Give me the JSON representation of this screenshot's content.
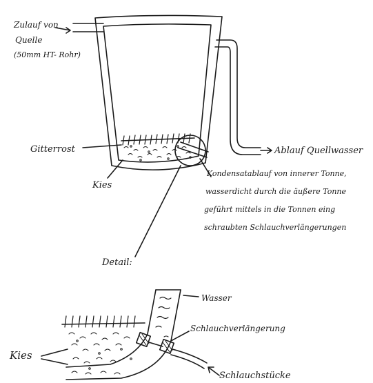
{
  "labels": {
    "zulauf_line1": "Zulauf von",
    "zulauf_line2": "Quelle",
    "zulauf_line3": "(50mm HT- Rohr)",
    "ablauf": "Ablauf Quellwasser",
    "gitterrost": "Gitterrost",
    "kies_top": "Kies",
    "kondensat_line1": "Kondensatablauf von innerer Tonne,",
    "kondensat_line2": "wasserdicht durch die äußere Tonne",
    "kondensat_line3": "geführt mittels in die Tonnen eing",
    "kondensat_line4": "schraubten Schlauchverlängerungen",
    "detail": "Detail:",
    "wasser": "Wasser",
    "schlauchverlaengerung": "Schlauchverlängerung",
    "kies_detail": "Kies",
    "schlauchstueck": "Schlauchstücke"
  },
  "colors": {
    "ink": "#1a1a1a",
    "paper": "#ffffff"
  }
}
